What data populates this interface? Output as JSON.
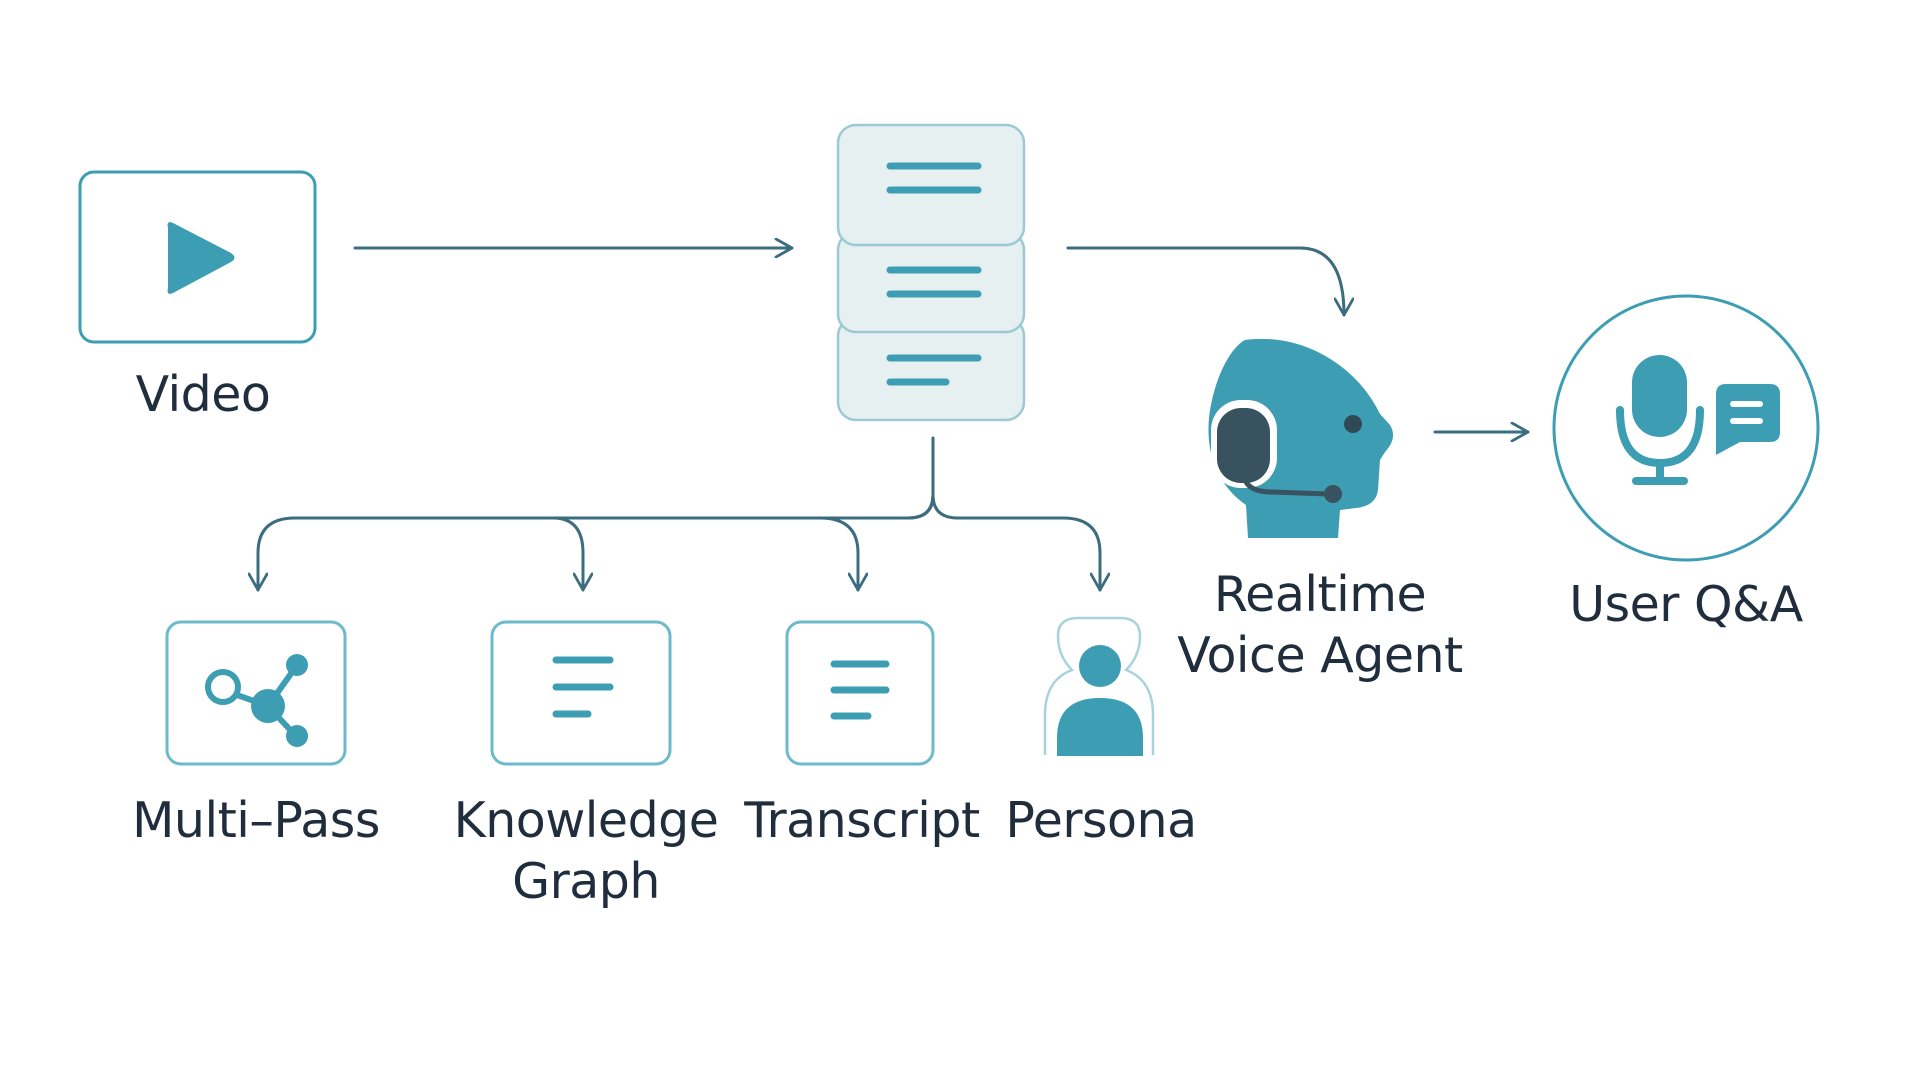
{
  "colors": {
    "accent": "#3d9db3",
    "stroke": "#3b6d7f",
    "box_border": "#6cbacb",
    "doc_fill": "#e6f0f0",
    "headset_dark": "#38535f",
    "text": "#1f2d3d"
  },
  "nodes": {
    "video": {
      "label": "Video",
      "icon": "play-icon"
    },
    "documents": {
      "icon": "document-stack-icon"
    },
    "voice_agent": {
      "label_line1": "Realtime",
      "label_line2": "Voice Agent",
      "icon": "head-with-headset-icon"
    },
    "user_qa": {
      "label": "User Q&A",
      "icon": "microphone-chat-icon"
    },
    "multi_pass": {
      "label": "Multi–Pass",
      "icon": "network-nodes-icon"
    },
    "knowledge_graph": {
      "label_line1": "Knowledge",
      "label_line2": "Graph",
      "icon": "text-lines-icon"
    },
    "transcript": {
      "label": "Transcript",
      "icon": "text-lines-icon"
    },
    "persona": {
      "label": "Persona",
      "icon": "person-icon"
    }
  }
}
